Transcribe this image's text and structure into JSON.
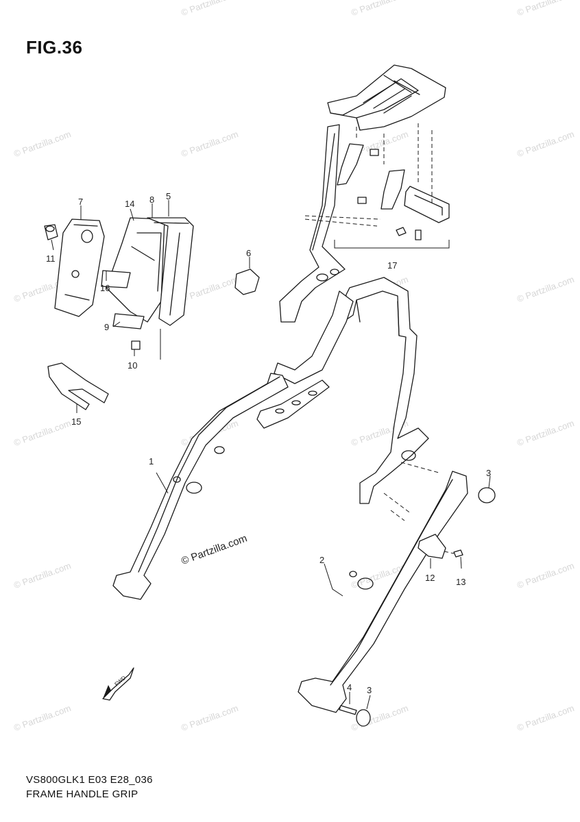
{
  "figure": {
    "title": "FIG.36"
  },
  "footer": {
    "model_code": "VS800GLK1 E03 E28_036",
    "part_name": "FRAME HANDLE GRIP"
  },
  "watermark": {
    "text": "© Partzilla.com"
  },
  "callouts": [
    {
      "num": "1"
    },
    {
      "num": "2"
    },
    {
      "num": "3"
    },
    {
      "num": "3"
    },
    {
      "num": "4"
    },
    {
      "num": "5"
    },
    {
      "num": "6"
    },
    {
      "num": "7"
    },
    {
      "num": "8"
    },
    {
      "num": "9"
    },
    {
      "num": "10"
    },
    {
      "num": "11"
    },
    {
      "num": "12"
    },
    {
      "num": "13"
    },
    {
      "num": "14"
    },
    {
      "num": "15"
    },
    {
      "num": "16"
    },
    {
      "num": "17"
    }
  ],
  "badge": {
    "text": "FWD"
  }
}
